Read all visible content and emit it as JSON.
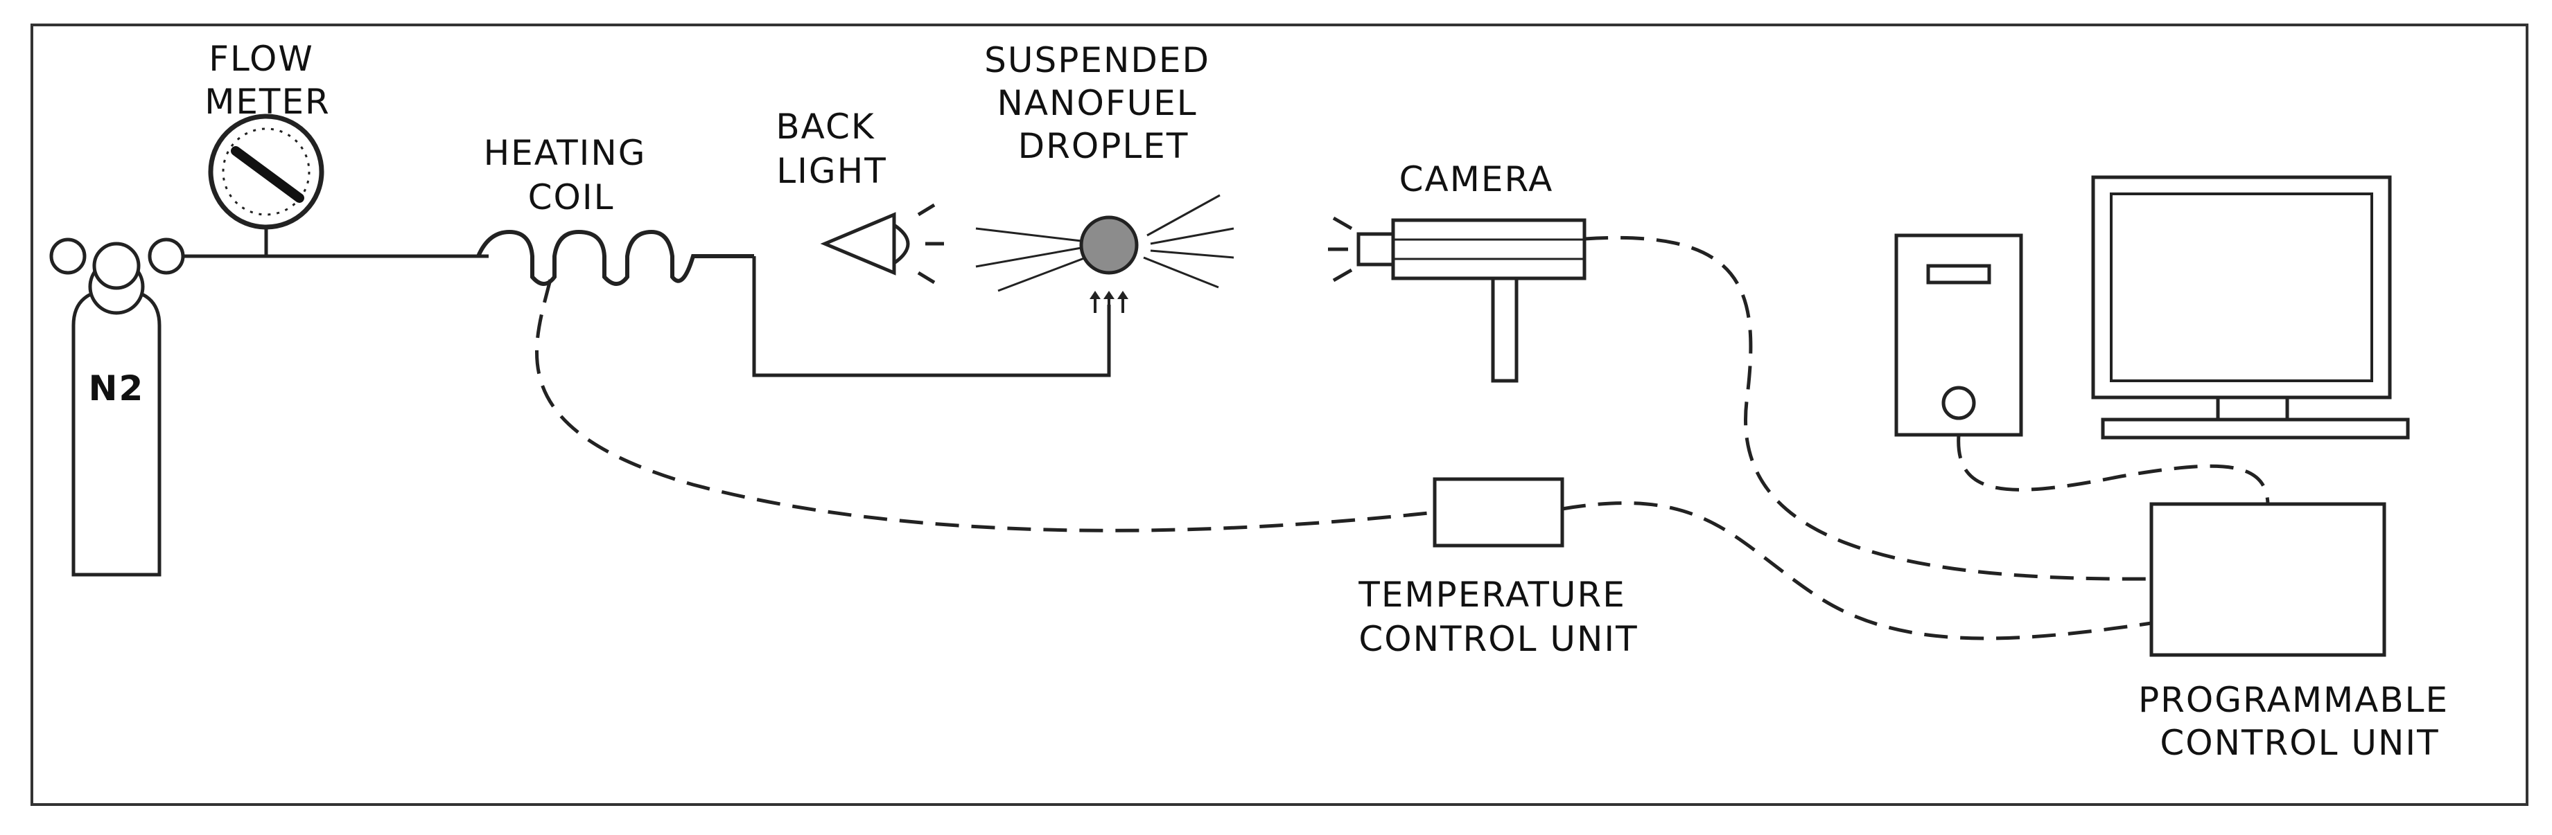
{
  "labels": {
    "flow_meter": [
      "FLOW",
      "METER"
    ],
    "heating_coil": [
      "HEATING",
      "COIL"
    ],
    "back_light": [
      "BACK",
      "LIGHT"
    ],
    "droplet": [
      "SUSPENDED",
      "NANOFUEL",
      "DROPLET"
    ],
    "camera": "CAMERA",
    "n2": "N2",
    "temperature_unit": [
      "TEMPERATURE",
      "CONTROL UNIT"
    ],
    "programmable_unit": [
      "PROGRAMMABLE",
      "CONTROL  UNIT"
    ]
  },
  "colors": {
    "line": "#222222",
    "droplet_fill": "#8c8c8c",
    "frame": "#333333"
  }
}
